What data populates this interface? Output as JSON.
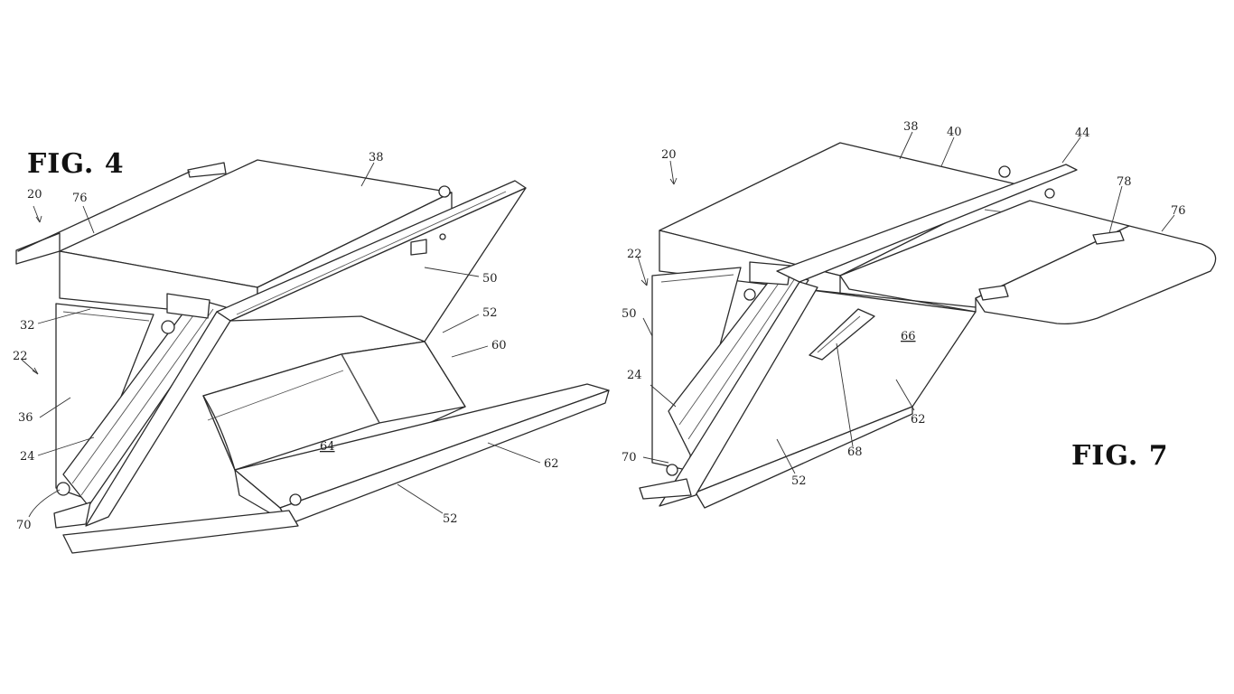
{
  "fig4": {
    "title": "FIG. 4",
    "labels": {
      "r20": "20",
      "r76": "76",
      "r38": "38",
      "r50": "50",
      "r52a": "52",
      "r60": "60",
      "r32": "32",
      "r22": "22",
      "r36": "36",
      "r24": "24",
      "r64": "64",
      "r62": "62",
      "r52b": "52",
      "r70": "70"
    }
  },
  "fig7": {
    "title": "FIG. 7",
    "labels": {
      "r20": "20",
      "r38": "38",
      "r40": "40",
      "r44": "44",
      "r78": "78",
      "r76": "76",
      "r22": "22",
      "r50": "50",
      "r66": "66",
      "r24": "24",
      "r62": "62",
      "r68": "68",
      "r70": "70",
      "r52": "52"
    }
  }
}
